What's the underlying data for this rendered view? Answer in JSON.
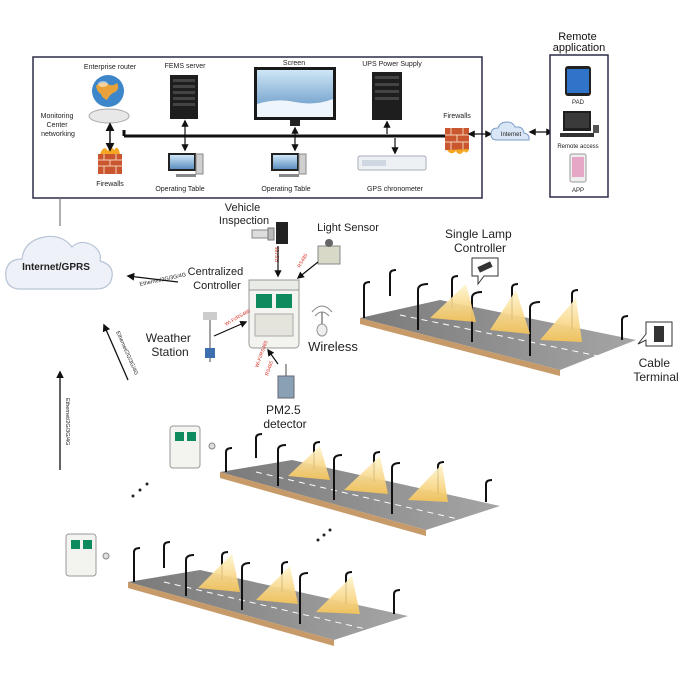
{
  "monitoring_center": {
    "label_line1": "Monitoring",
    "label_line2": "Center",
    "label_line3": "networking",
    "enterprise_router": "Enterprise router",
    "fems_server": "FEMS server",
    "screen": "Screen",
    "ups_power_supply": "UPS Power Supply",
    "firewalls_left": "Firewalls",
    "firewalls_right": "Firewalls",
    "operating_table_1": "Operating Table",
    "operating_table_2": "Operating Table",
    "gps_chronometer": "GPS chronometer"
  },
  "internet_cloud_small": "Internet",
  "remote_application": {
    "title_line1": "Remote",
    "title_line2": "application",
    "pad": "PAD",
    "remote_access": "Remote access",
    "app": "APP"
  },
  "internet_gprs": "Internet/GPRS",
  "field": {
    "vehicle_inspection_line1": "Vehicle",
    "vehicle_inspection_line2": "Inspection",
    "light_sensor": "Light Sensor",
    "centralized_controller_line1": "Centralized",
    "centralized_controller_line2": "Controller",
    "weather_station_line1": "Weather",
    "weather_station_line2": "Station",
    "wireless": "Wireless",
    "pm25_line1": "PM2.5",
    "pm25_line2": "detector",
    "single_lamp_controller_line1": "Single Lamp",
    "single_lamp_controller_line2": "Controller",
    "cable_terminal_line1": "Cable",
    "cable_terminal_line2": "Terminal",
    "link_label_top": "Ethernet/2G/3G/4G",
    "link_label_mid": "Ethernet/2G/3G/4G",
    "link_label_left": "Ethernet/2G/3G/4G",
    "rs485_1": "RS485",
    "rs485_2": "RS485",
    "rs485_3": "RS485",
    "wifi_rs485_1": "Wi-Fi/RS485",
    "wifi_rs485_2": "Wi-Fi/RS485"
  },
  "colors": {
    "frame": "#2b2b4a",
    "bus": "#111111",
    "road": "#8c8c8c",
    "light": "#f7dc8f",
    "cloud": "#eef2f8",
    "label_red": "#d8342a"
  }
}
